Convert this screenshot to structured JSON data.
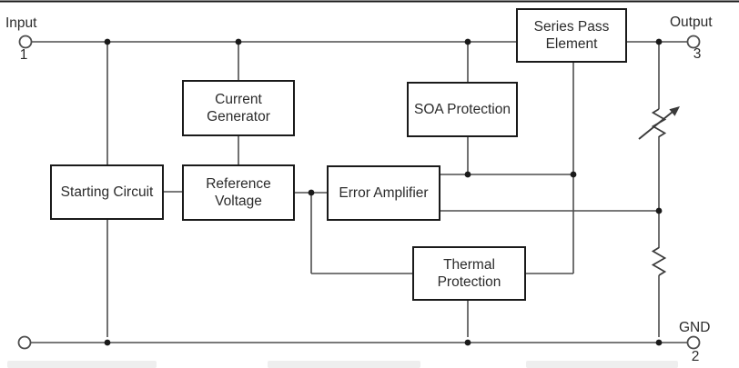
{
  "diagram": {
    "type": "voltage-regulator-block-diagram",
    "blocks": {
      "series_pass": "Series Pass Element",
      "current_generator": "Current Generator",
      "soa_protection": "SOA Protection",
      "starting_circuit": "Starting Circuit",
      "reference_voltage": "Reference Voltage",
      "error_amplifier": "Error Amplifier",
      "thermal_protection": "Thermal Protection"
    },
    "terminals": {
      "input": {
        "label": "Input",
        "pin": "1"
      },
      "output": {
        "label": "Output",
        "pin": "3"
      },
      "gnd": {
        "label": "GND",
        "pin": "2"
      }
    },
    "components": {
      "variable_resistor": "adjustable-resistor",
      "fixed_resistor": "fixed-resistor"
    },
    "colors": {
      "background": "#ffffff",
      "wire": "#4d4d4d",
      "box_border": "#1a1a1a",
      "text": "#2b2b2b",
      "junction_dot": "#1a1a1a"
    }
  }
}
